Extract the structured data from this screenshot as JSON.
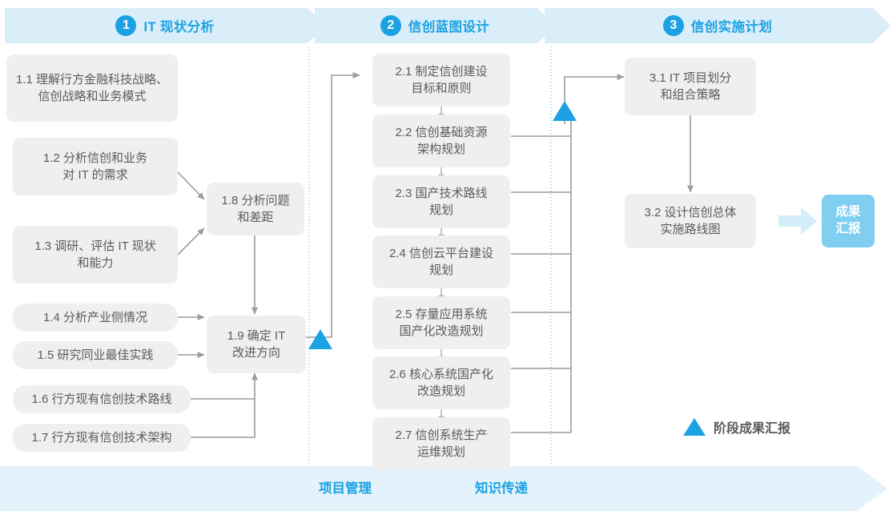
{
  "colors": {
    "accent": "#1CA2E3",
    "banner": "#D9EEF9",
    "band": "#E4F3FB",
    "box_bg": "#EFEFEF",
    "box_text": "#5B5B5B",
    "connector": "#9C9C9C",
    "deliver_bg": "#81CFF0",
    "deliver_arrow": "#D4EDFA",
    "divider": "#4FB4E4"
  },
  "phases": [
    {
      "num": "1",
      "label": "IT 现状分析"
    },
    {
      "num": "2",
      "label": "信创蓝图设计"
    },
    {
      "num": "3",
      "label": "信创实施计划"
    }
  ],
  "phase1": {
    "inputs": [
      {
        "id": "1.1",
        "text": "1.1 理解行方金融科技战略、\n信创战略和业务模式"
      },
      {
        "id": "1.2",
        "text": "1.2 分析信创和业务\n对 IT 的需求"
      },
      {
        "id": "1.3",
        "text": "1.3 调研、评估 IT 现状\n和能力"
      },
      {
        "id": "1.4",
        "text": "1.4 分析产业侧情况"
      },
      {
        "id": "1.5",
        "text": "1.5 研究同业最佳实践"
      },
      {
        "id": "1.6",
        "text": "1.6 行方现有信创技术路线"
      },
      {
        "id": "1.7",
        "text": "1.7 行方现有信创技术架构"
      }
    ],
    "merge": [
      {
        "id": "1.8",
        "text": "1.8 分析问题\n和差距"
      },
      {
        "id": "1.9",
        "text": "1.9 确定 IT\n改进方向"
      }
    ]
  },
  "phase2": {
    "items": [
      {
        "id": "2.1",
        "text": "2.1 制定信创建设\n目标和原则"
      },
      {
        "id": "2.2",
        "text": "2.2 信创基础资源\n架构规划"
      },
      {
        "id": "2.3",
        "text": "2.3 国产技术路线\n规划"
      },
      {
        "id": "2.4",
        "text": "2.4 信创云平台建设\n规划"
      },
      {
        "id": "2.5",
        "text": "2.5 存量应用系统\n国产化改造规划"
      },
      {
        "id": "2.6",
        "text": "2.6 核心系统国产化\n改造规划"
      },
      {
        "id": "2.7",
        "text": "2.7 信创系统生产\n运维规划"
      }
    ]
  },
  "phase3": {
    "items": [
      {
        "id": "3.1",
        "text": "3.1 IT 项目划分\n和组合策略"
      },
      {
        "id": "3.2",
        "text": "3.2 设计信创总体\n实施路线图"
      }
    ],
    "deliverable": "成果\n汇报"
  },
  "legend": {
    "label": "阶段成果汇报",
    "icon": "triangle-up-icon"
  },
  "band": {
    "labels": [
      {
        "text": "项目管理"
      },
      {
        "text": "知识传递"
      }
    ]
  }
}
